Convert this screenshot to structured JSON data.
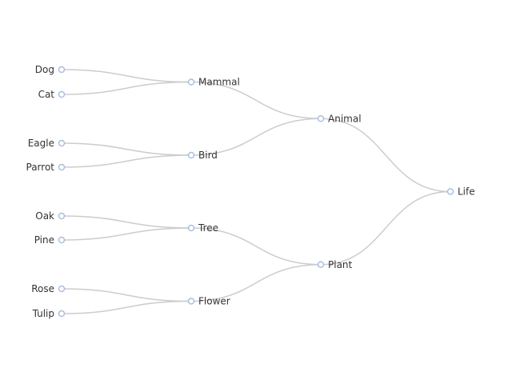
{
  "tree": {
    "name": "Life",
    "children": [
      {
        "name": "Animal",
        "children": [
          {
            "name": "Mammal",
            "children": [
              {
                "name": "Dog"
              },
              {
                "name": "Cat"
              }
            ]
          },
          {
            "name": "Bird",
            "children": [
              {
                "name": "Eagle"
              },
              {
                "name": "Parrot"
              }
            ]
          }
        ]
      },
      {
        "name": "Plant",
        "children": [
          {
            "name": "Tree",
            "children": [
              {
                "name": "Oak"
              },
              {
                "name": "Pine"
              }
            ]
          },
          {
            "name": "Flower",
            "children": [
              {
                "name": "Rose"
              },
              {
                "name": "Tulip"
              }
            ]
          }
        ]
      }
    ]
  },
  "colors": {
    "node_stroke": "#a9bfe0",
    "edge": "#cccccc",
    "label": "#333333"
  }
}
